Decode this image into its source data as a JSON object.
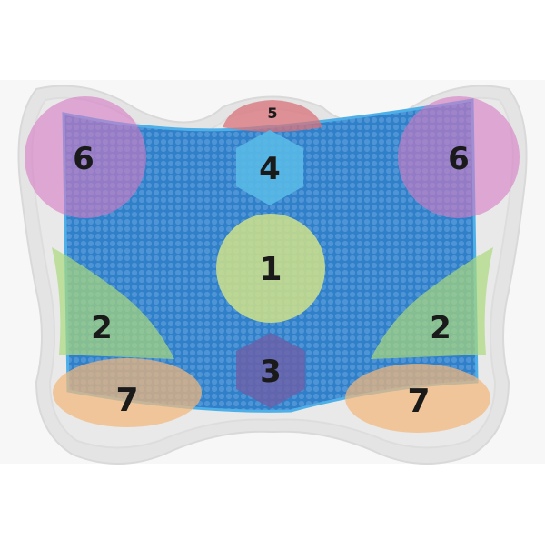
{
  "colors": {
    "background": "#ffffff",
    "panel": "#f7f7f7",
    "outline_outer": "#e4e4e4",
    "outline_inner": "#ebebeb",
    "mat": "#2f7fc9",
    "mat_dot": "#6aa6de",
    "mat_edge": "#4fb0e8"
  },
  "zones": [
    {
      "id": "1",
      "label": "1",
      "shape": "circle",
      "color": "#cfe28a",
      "opacity": 0.85
    },
    {
      "id": "2",
      "label": "2",
      "shape": "triangle",
      "color": "#a9d97a",
      "opacity": 0.7
    },
    {
      "id": "3",
      "label": "3",
      "shape": "hexagon",
      "color": "#6d5fa6",
      "opacity": 0.8
    },
    {
      "id": "4",
      "label": "4",
      "shape": "hexagon",
      "color": "#59b9e6",
      "opacity": 0.9
    },
    {
      "id": "5",
      "label": "5",
      "shape": "cap",
      "color": "#d8737a",
      "opacity": 0.75
    },
    {
      "id": "6",
      "label": "6",
      "shape": "circle",
      "color": "#d779c3",
      "opacity": 0.6
    },
    {
      "id": "7",
      "label": "7",
      "shape": "ellipse",
      "color": "#f2b77a",
      "opacity": 0.72
    }
  ]
}
